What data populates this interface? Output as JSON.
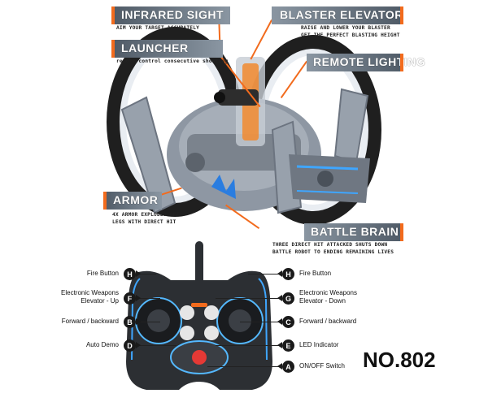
{
  "product": {
    "model_number": "NO.802"
  },
  "callouts": [
    {
      "title": "INFRARED SIGHT",
      "subtitle": "AIM YOUR TARGET ACCURATELY"
    },
    {
      "title": "LAUNCHER",
      "subtitle": "remote control consecutive shooting"
    },
    {
      "title": "BLASTER ELEVATOR",
      "subtitle_line1": "RAISE AND LOWER YOUR BLASTER",
      "subtitle_line2": "GET THE PERFECT BLASTING HEIGHT"
    },
    {
      "title": "REMOTE LIGHTING"
    },
    {
      "title": "ARMOR",
      "subtitle_line1": "4X ARMOR EXPLODES OFF",
      "subtitle_line2": "LEGS WITH DIRECT HIT"
    },
    {
      "title": "BATTLE BRAIN",
      "subtitle_line1": "THREE DIRECT HIT ATTACKED SHUTS DOWN",
      "subtitle_line2": "BATTLE ROBOT TO ENDING REMAINING LIVES"
    }
  ],
  "controller": {
    "left_labels": [
      {
        "badge": "H",
        "text": "Fire Button"
      },
      {
        "badge": "F",
        "text_line1": "Electronic Weapons",
        "text_line2": "Elevator - Up"
      },
      {
        "badge": "B",
        "text": "Forward / backward"
      },
      {
        "badge": "D",
        "text": "Auto Demo"
      }
    ],
    "right_labels": [
      {
        "badge": "H",
        "text": "Fire Button"
      },
      {
        "badge": "G",
        "text_line1": "Electronic Weapons",
        "text_line2": "Elevator - Down"
      },
      {
        "badge": "C",
        "text": "Forward / backward"
      },
      {
        "badge": "E",
        "text": "LED Indicator"
      },
      {
        "badge": "A",
        "text": "ON/OFF Switch"
      }
    ]
  },
  "colors": {
    "accent_orange": "#f26b1d",
    "callout_bg": "#5d6a76",
    "robot_gray": "#8e97a3",
    "controller_dark": "#2c2f33",
    "led_blue": "#3fa6ff"
  }
}
